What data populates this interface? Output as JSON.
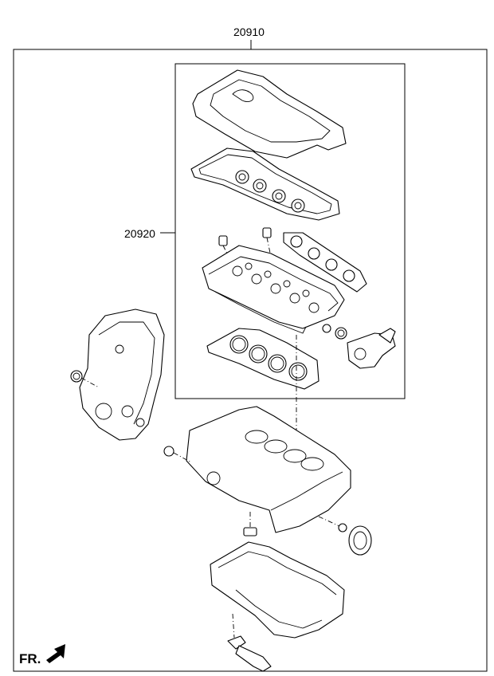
{
  "labels": {
    "assembly_number": "20910",
    "sub_assembly_number": "20920",
    "front_indicator": "FR."
  }
}
